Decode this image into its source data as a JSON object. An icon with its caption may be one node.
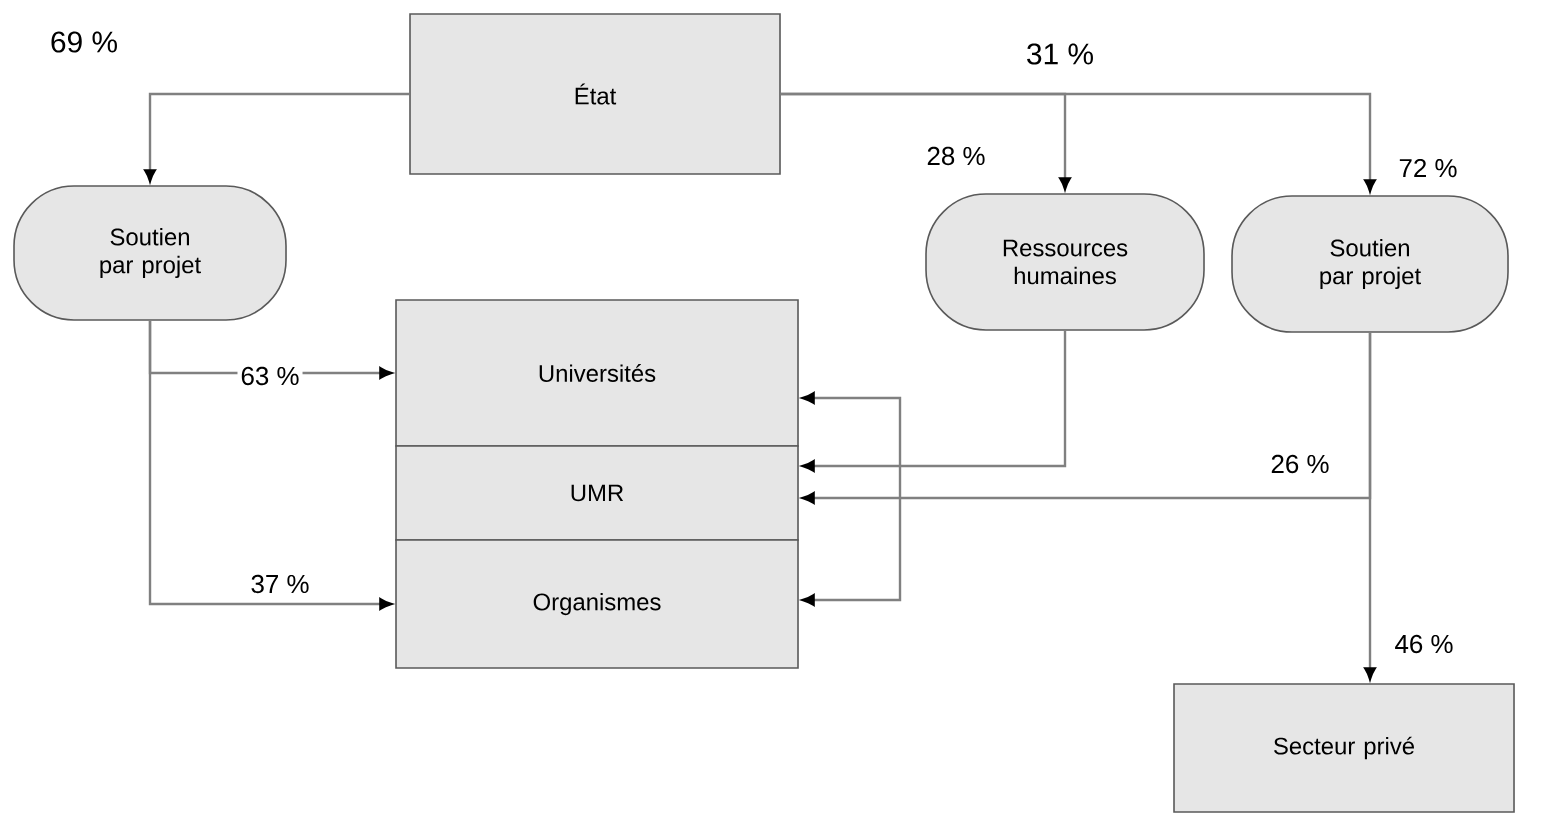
{
  "diagram": {
    "nodes": [
      {
        "text": [
          "État"
        ]
      },
      {
        "text": [
          "Soutien par projet"
        ]
      },
      {
        "text": [
          "Ressources humaines"
        ]
      },
      {
        "text": [
          "Soutien par projet"
        ]
      },
      {
        "text": [
          "Universités"
        ]
      },
      {
        "text": [
          "UMR"
        ]
      },
      {
        "text": [
          "Organismes"
        ]
      },
      {
        "text": [
          "Secteur privé"
        ]
      }
    ],
    "edges": [
      {
        "from": 0,
        "to": 1,
        "arrow": "to",
        "label": "69 %"
      },
      {
        "from": 0,
        "to": 2,
        "arrow": "to",
        "label": "28 %"
      },
      {
        "from": 0,
        "to": 3,
        "arrow": "to",
        "label": "72 %"
      },
      {
        "from": 1,
        "to": 4,
        "arrow": "to",
        "label": "63 %"
      },
      {
        "from": 1,
        "to": 6,
        "arrow": "to",
        "label": "37 %"
      },
      {
        "from": 2,
        "to": 5,
        "arrow": "to"
      },
      {
        "from": 3,
        "to": 5,
        "arrow": "to",
        "label": "26 %"
      },
      {
        "from": 3,
        "to": 7,
        "arrow": "to",
        "label": "46 %"
      },
      {
        "from": 6,
        "to": 4,
        "arrow": "both"
      }
    ],
    "labels": [
      "31 %"
    ]
  }
}
